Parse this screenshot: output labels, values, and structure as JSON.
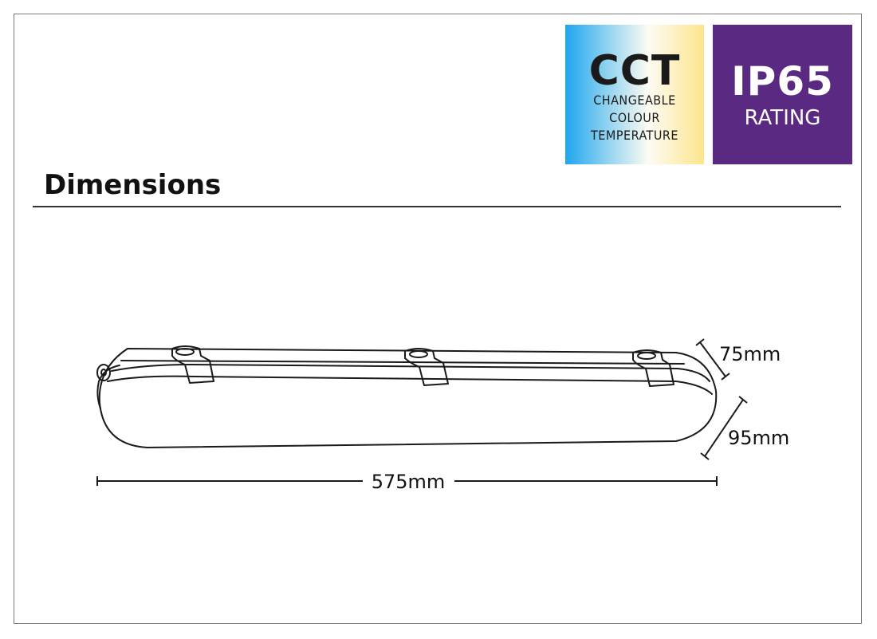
{
  "badges": {
    "cct": {
      "headline": "CCT",
      "line1": "CHANGEABLE",
      "line2": "COLOUR",
      "line3": "TEMPERATURE"
    },
    "ip": {
      "headline": "IP65",
      "subline": "RATING"
    },
    "colors": {
      "ip_background": "#5a2a82",
      "cct_gradient_start": "#1ea6ef",
      "cct_gradient_end": "#fde58c"
    }
  },
  "section": {
    "title": "Dimensions"
  },
  "dimensions": {
    "length": "575mm",
    "height": "75mm",
    "width": "95mm"
  }
}
